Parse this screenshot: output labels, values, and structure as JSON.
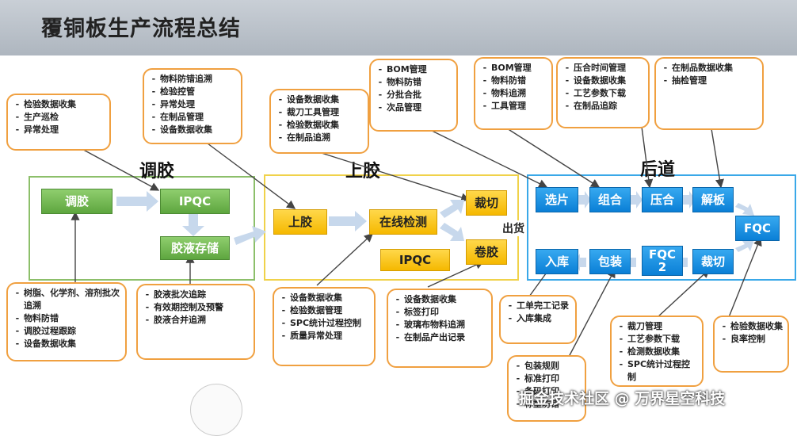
{
  "title": "覆铜板生产流程总结",
  "sections": {
    "s1": "调胶",
    "s2": "上胶",
    "s3": "后道"
  },
  "nodes": {
    "n_tiaojiao": "调胶",
    "n_ipqc1": "IPQC",
    "n_jiaoye": "胶液存储",
    "n_shangjiao": "上胶",
    "n_zaixian": "在线检测",
    "n_ipqc2": "IPQC",
    "n_caiqie1": "裁切",
    "n_juanjiao": "卷胶",
    "n_xuanpian": "选片",
    "n_zuhe": "组合",
    "n_yahe": "压合",
    "n_jieban": "解板",
    "n_fqc": "FQC",
    "n_ruku": "入库",
    "n_baozhuang": "包装",
    "n_fqc2": "FQC\n2",
    "n_caiqie2": "裁切"
  },
  "chuhuo": "出货",
  "callouts": {
    "c1": [
      "检验数据收集",
      "生产巡检",
      "异常处理"
    ],
    "c2": [
      "物料防错追溯",
      "检验控管",
      "异常处理",
      "在制品管理",
      "设备数据收集"
    ],
    "c3": [
      "设备数据收集",
      "裁刀工具管理",
      "检验数据收集",
      "在制品追溯"
    ],
    "c4": [
      "BOM管理",
      "物料防错",
      "分批合批",
      "次品管理"
    ],
    "c5": [
      "BOM管理",
      "物料防错",
      "物料追溯",
      "工具管理"
    ],
    "c6": [
      "压合时间管理",
      "设备数据收集",
      "工艺参数下载",
      "在制品追踪"
    ],
    "c7": [
      "在制品数据收集",
      "抽检管理"
    ],
    "c8": [
      "树脂、化学剂、溶剂批次追溯",
      "物料防错",
      "调胶过程跟踪",
      "设备数据收集"
    ],
    "c9": [
      "胶液批次追踪",
      "有效期控制及预警",
      "胶液合并追溯"
    ],
    "c10": [
      "设备数据收集",
      "检验数据管理",
      "SPC统计过程控制",
      "质量异常处理"
    ],
    "c11": [
      "设备数据收集",
      "标签打印",
      "玻璃布物料追溯",
      "在制品产出记录"
    ],
    "c12": [
      "工单完工记录",
      "入库集成"
    ],
    "c13": [
      "包装规则",
      "标准打印",
      "条码打印",
      "称重防错"
    ],
    "c14": [
      "裁刀管理",
      "工艺参数下载",
      "检测数据收集",
      "SPC统计过程控制"
    ],
    "c15": [
      "检验数据收集",
      "良率控制"
    ]
  },
  "watermark": "掘金技术社区 @ 万界星空科技"
}
